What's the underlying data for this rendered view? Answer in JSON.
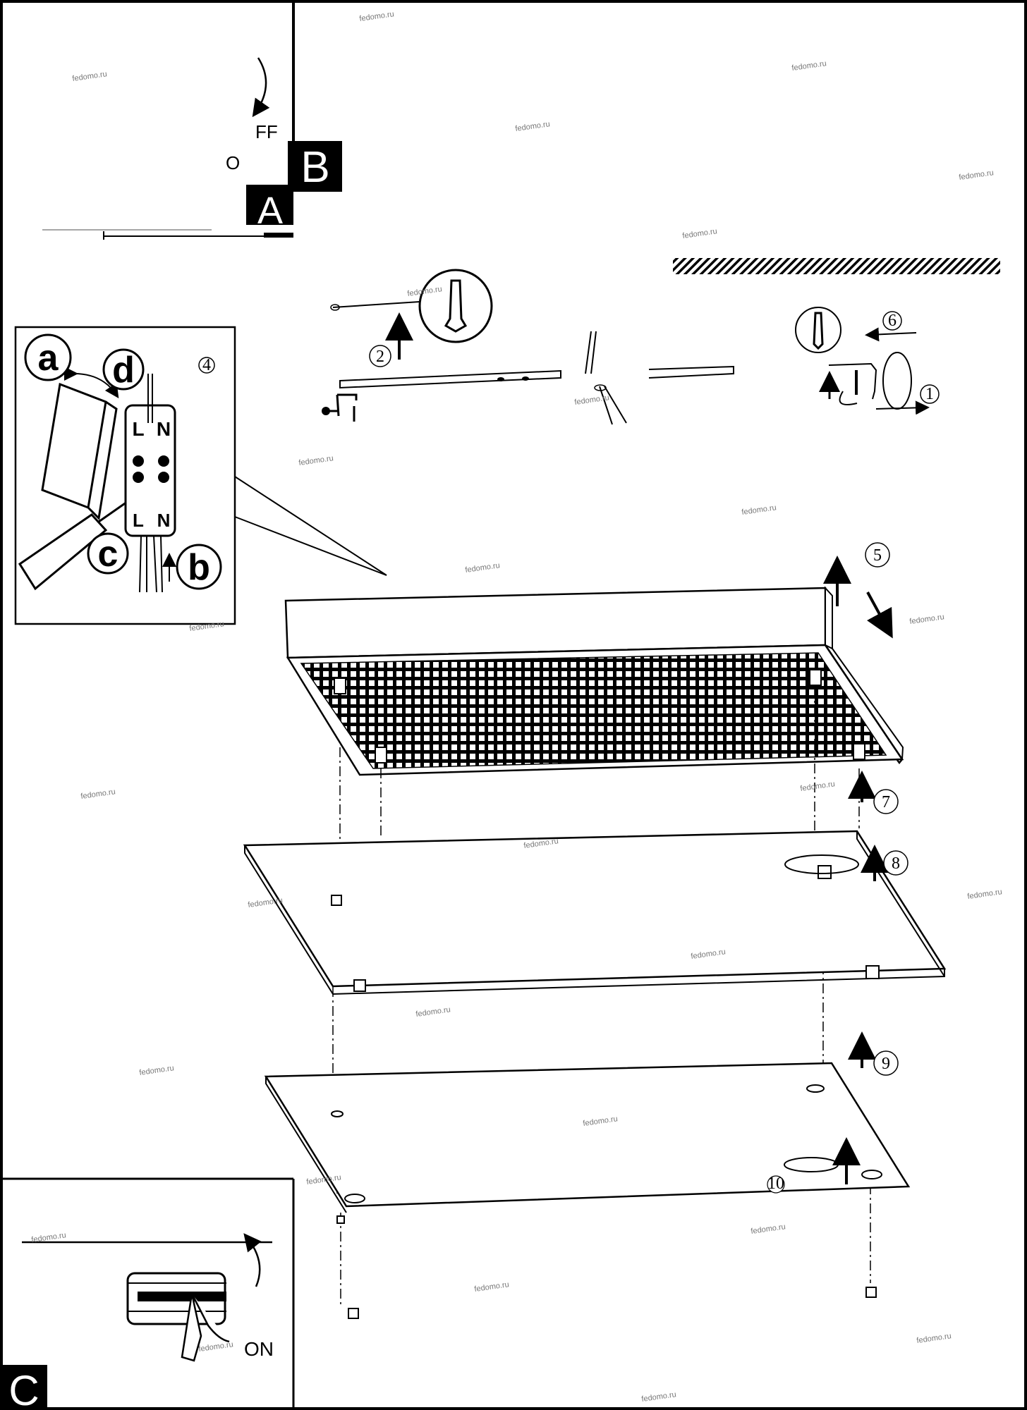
{
  "watermark": "fedomo.ru",
  "panel_a": {
    "badge": "A",
    "switch_on_label": "O",
    "switch_off_label": "FF"
  },
  "panel_b": {
    "badge": "B"
  },
  "panel_c": {
    "badge": "C",
    "power_label": "ON"
  },
  "inset_wiring": {
    "step": "4",
    "callouts": [
      "a",
      "b",
      "c",
      "d"
    ],
    "terminal_labels": {
      "live": "L",
      "neutral": "N"
    }
  },
  "steps": {
    "s1": "1",
    "s2": "2",
    "s5": "5",
    "s6": "6",
    "s7": "7",
    "s8": "8",
    "s9": "9",
    "s10": "10"
  },
  "colors": {
    "ink": "#000000",
    "paper": "#ffffff",
    "watermark": "#777777"
  }
}
